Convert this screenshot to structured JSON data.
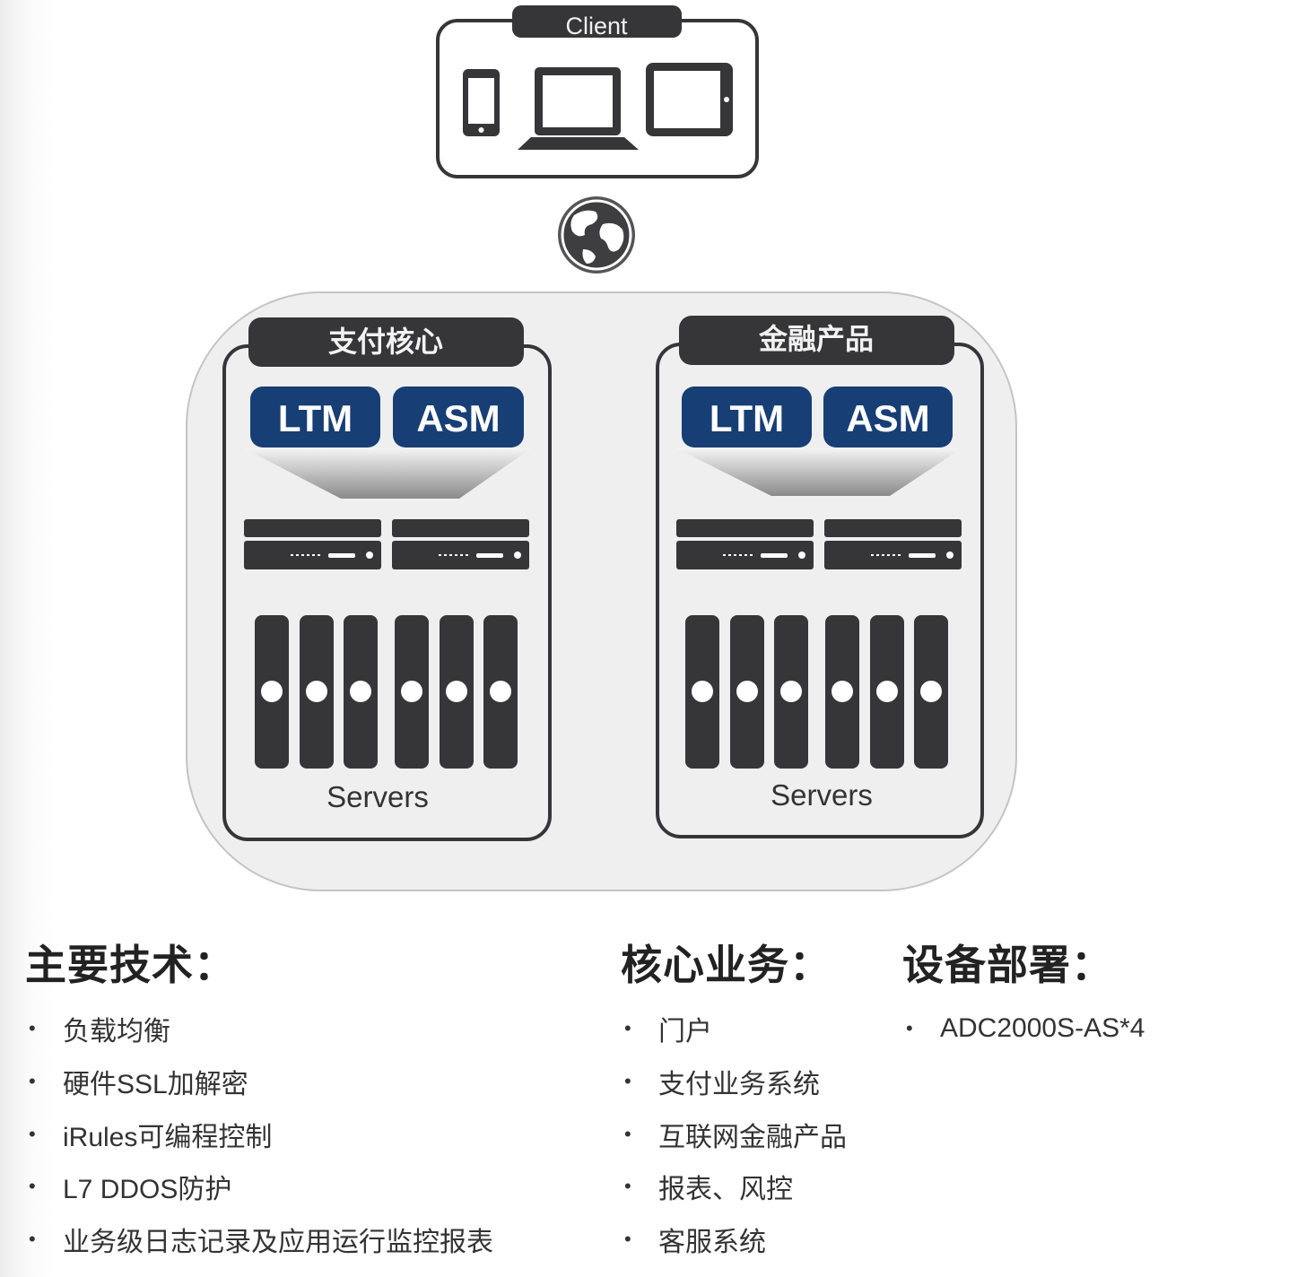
{
  "client": {
    "title": "Client",
    "devices": [
      "phone-icon",
      "laptop-icon",
      "tablet-icon"
    ]
  },
  "network": {
    "icon": "globe-icon"
  },
  "panels": [
    {
      "title": "支付核心",
      "modules": [
        "LTM",
        "ASM"
      ],
      "servers_label": "Servers"
    },
    {
      "title": "金融产品",
      "modules": [
        "LTM",
        "ASM"
      ],
      "servers_label": "Servers"
    }
  ],
  "colors": {
    "module_blue": "#173e75",
    "dark": "#363638",
    "cluster_bg": "#efefef"
  },
  "sections": {
    "tech": {
      "heading": "主要技术：",
      "items": [
        "负载均衡",
        "硬件SSL加解密",
        "iRules可编程控制",
        "L7 DDOS防护",
        "业务级日志记录及应用运行监控报表"
      ]
    },
    "business": {
      "heading": "核心业务：",
      "items": [
        "门户",
        "支付业务系统",
        "互联网金融产品",
        "报表、风控",
        "客服系统"
      ]
    },
    "deploy": {
      "heading": "设备部署：",
      "items": [
        "ADC2000S-AS*4"
      ]
    }
  }
}
